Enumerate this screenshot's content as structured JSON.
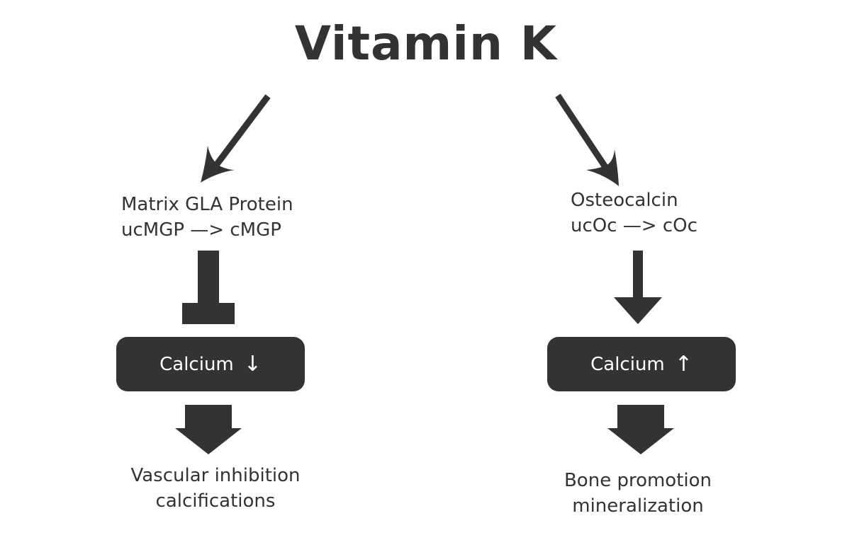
{
  "title": "Vitamin K",
  "colors": {
    "ink": "#333333",
    "background": "#ffffff",
    "box_text": "#ffffff"
  },
  "left_branch": {
    "protein_name": "Matrix GLA Protein",
    "conversion": "ucMGP —> cMGP",
    "connector": "inhibits",
    "calcium_box": {
      "label": "Calcium",
      "direction_icon": "arrow-down-icon",
      "glyph": "↓"
    },
    "outcome_line1": "Vascular inhibition",
    "outcome_line2": "calcifications"
  },
  "right_branch": {
    "protein_name": "Osteocalcin",
    "conversion": "ucOc —> cOc",
    "connector": "promotes",
    "calcium_box": {
      "label": "Calcium",
      "direction_icon": "arrow-up-icon",
      "glyph": "↑"
    },
    "outcome_line1": "Bone promotion",
    "outcome_line2": "mineralization"
  }
}
